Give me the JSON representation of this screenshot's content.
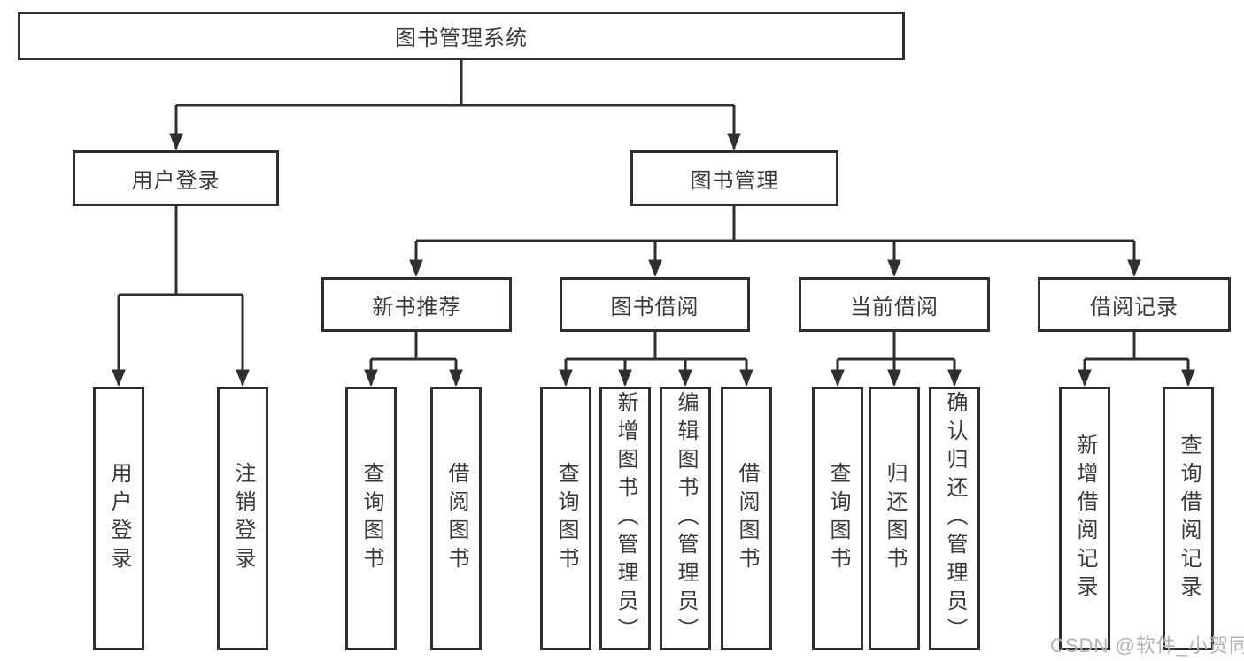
{
  "root": {
    "label": "图书管理系统"
  },
  "level2": [
    {
      "id": "user-login",
      "label": "用户登录"
    },
    {
      "id": "book-management",
      "label": "图书管理"
    }
  ],
  "level3": [
    {
      "id": "new-book-recommend",
      "label": "新书推荐"
    },
    {
      "id": "book-borrow",
      "label": "图书借阅"
    },
    {
      "id": "current-borrow",
      "label": "当前借阅"
    },
    {
      "id": "borrow-record",
      "label": "借阅记录"
    }
  ],
  "leaves": {
    "user_login": [
      "用户登录",
      "注销登录"
    ],
    "new_book_recommend": [
      "查询图书",
      "借阅图书"
    ],
    "book_borrow": [
      "查询图书",
      "新增图书（管理员）",
      "编辑图书（管理员）",
      "借阅图书"
    ],
    "current_borrow": [
      "查询图书",
      "归还图书",
      "确认归还（管理员）"
    ],
    "borrow_record": [
      "新增借阅记录",
      "查询借阅记录"
    ]
  },
  "watermark": "CSDN @软件_小贺同学",
  "colors": {
    "line": "#2f2f2f",
    "border": "#2f2f2f",
    "text": "#3a3a3a",
    "background": "#ffffff",
    "watermark": "#b3b3b3"
  }
}
